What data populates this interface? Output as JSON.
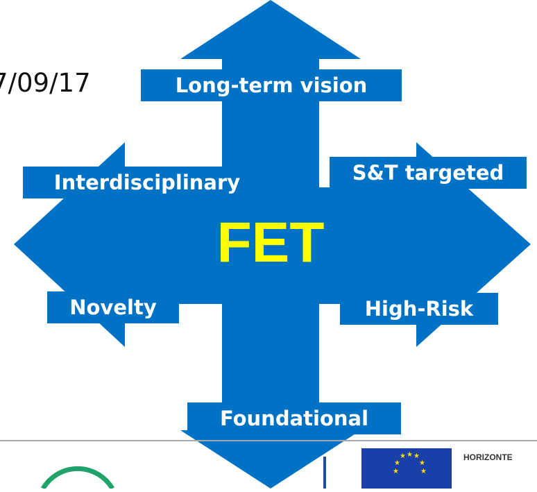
{
  "header": {
    "date_text": "7/09/17"
  },
  "diagram": {
    "center_label": "FET",
    "arrows": {
      "top": "Long-term vision",
      "top_left": "Interdisciplinary",
      "top_right": "S&T targeted",
      "bottom_left": "Novelty",
      "bottom_right": "High-Risk",
      "bottom": "Foundational"
    },
    "colors": {
      "arrow_fill": "#0072c6",
      "label_text": "#ffffff",
      "center_text": "#ffff00"
    }
  },
  "footer": {
    "right_logo_text": "HORIZONTE"
  }
}
